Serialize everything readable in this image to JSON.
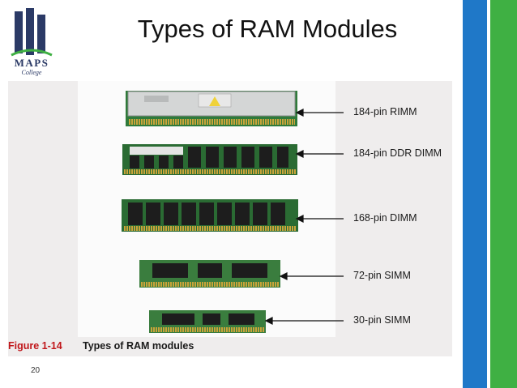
{
  "slide": {
    "title": "Types of RAM Modules",
    "page_number": "20",
    "logo": {
      "name": "MAPS",
      "subtitle": "College"
    },
    "figure": {
      "caption_label": "Figure 1-14",
      "caption_text": "Types of RAM modules",
      "modules": [
        {
          "label": "184-pin RIMM"
        },
        {
          "label": "184-pin DDR DIMM"
        },
        {
          "label": "168-pin DIMM"
        },
        {
          "label": "72-pin SIMM"
        },
        {
          "label": "30-pin SIMM"
        }
      ]
    },
    "colors": {
      "blue_bar": "#1f78c8",
      "green_bar": "#3fb043",
      "caption_red": "#c0161a"
    }
  }
}
